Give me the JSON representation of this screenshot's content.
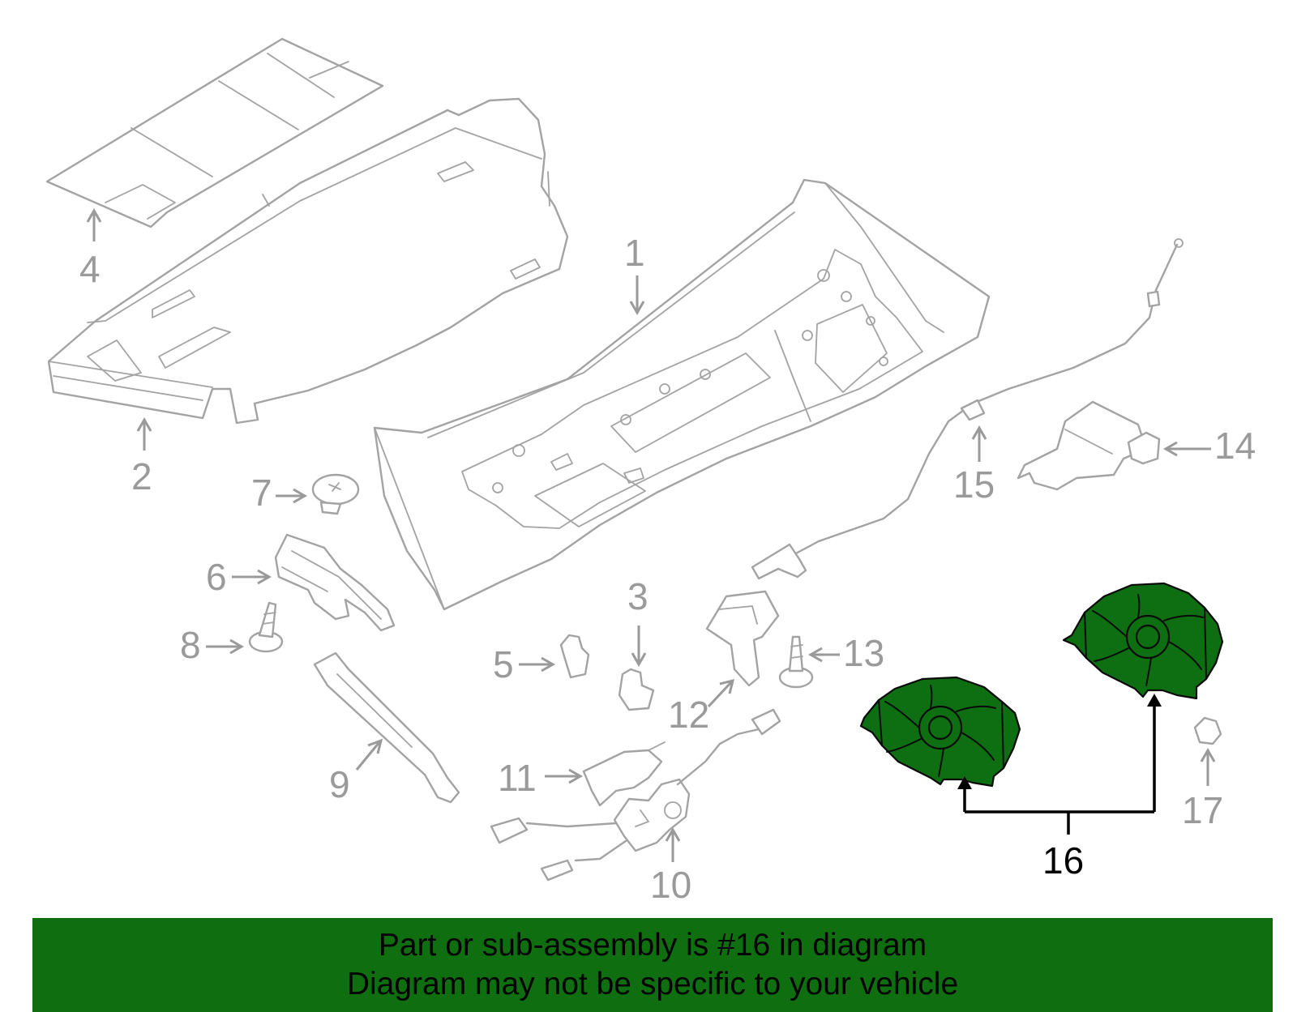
{
  "callouts": [
    {
      "number": "1"
    },
    {
      "number": "2"
    },
    {
      "number": "3"
    },
    {
      "number": "4"
    },
    {
      "number": "5"
    },
    {
      "number": "6"
    },
    {
      "number": "7"
    },
    {
      "number": "8"
    },
    {
      "number": "9"
    },
    {
      "number": "10"
    },
    {
      "number": "11"
    },
    {
      "number": "12"
    },
    {
      "number": "13"
    },
    {
      "number": "14"
    },
    {
      "number": "15"
    },
    {
      "number": "16"
    },
    {
      "number": "17"
    }
  ],
  "highlighted_part": "16",
  "colors": {
    "highlight_fill": "#0e6e12",
    "banner_background": "#0f6e10",
    "part_outline": "#a3a3a3",
    "label_gray": "#9a9a9a"
  },
  "banner": {
    "line1": "Part or sub-assembly is #16 in diagram",
    "line2": "Diagram may not be specific to your vehicle"
  }
}
